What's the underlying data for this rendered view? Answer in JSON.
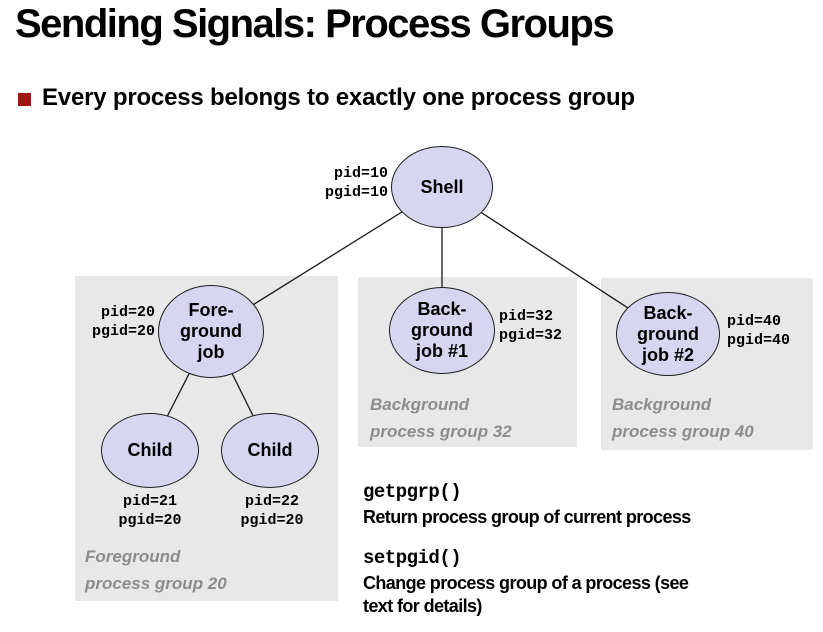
{
  "title": "Sending Signals: Process Groups",
  "bullet_text": "Every process belongs to exactly one process group",
  "diagram": {
    "shell": {
      "label": "Shell",
      "pids": "pid=10\npgid=10"
    },
    "fg_job": {
      "label": "Fore-\nground\njob",
      "pids": "pid=20\npgid=20"
    },
    "child1": {
      "label": "Child",
      "pids": "pid=21\npgid=20"
    },
    "child2": {
      "label": "Child",
      "pids": "pid=22\npgid=20"
    },
    "bg_job1": {
      "label": "Back-\nground\njob #1",
      "pids": "pid=32\npgid=32"
    },
    "bg_job2": {
      "label": "Back-\nground\njob #2",
      "pids": "pid=40\npgid=40"
    },
    "groups": {
      "fg": "Foreground\nprocess group 20",
      "bg1": "Background\nprocess group 32",
      "bg2": "Background\nprocess group 40"
    }
  },
  "api": {
    "getpgrp": {
      "code": "getpgrp()",
      "desc": "Return process group of current process"
    },
    "setpgid": {
      "code": "setpgid()",
      "desc": "Change process group of a process (see\ntext for details)"
    }
  },
  "colors": {
    "node_fill": "#d6d6f0",
    "node_border": "#1f1f1f",
    "group_box": "#e8e8e8",
    "caption_gray": "#8c8c8c",
    "bullet_red": "#a21414",
    "edge": "#1a1a1a"
  }
}
